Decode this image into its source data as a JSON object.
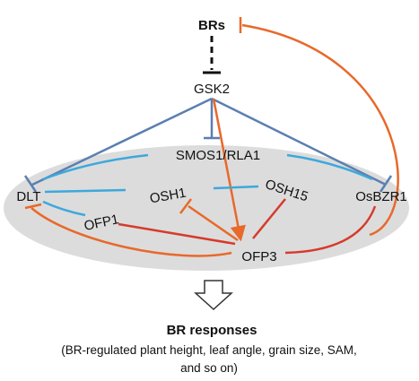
{
  "nodes": {
    "brs": "BRs",
    "gsk2": "GSK2",
    "smos1": "SMOS1/RLA1",
    "dlt": "DLT",
    "osh1": "OSH1",
    "osh15": "OSH15",
    "osbzr1": "OsBZR1",
    "ofp1": "OFP1",
    "ofp3": "OFP3"
  },
  "output": {
    "title": "BR responses",
    "description_line1": "(BR-regulated plant height, leaf angle, grain size, SAM,",
    "description_line2": "and so on)"
  },
  "colors": {
    "blue_edge": "#5b7fb0",
    "light_blue_edge": "#3da8dc",
    "orange_edge": "#e8692a",
    "red_edge": "#d63a2c",
    "ellipse_fill": "#dcdcdc",
    "black_edge": "#111111"
  }
}
